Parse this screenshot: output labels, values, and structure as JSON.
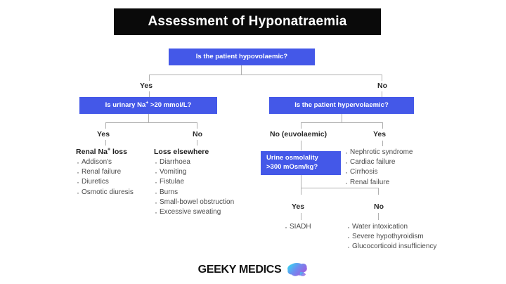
{
  "title": "Assessment of Hyponatraemia",
  "colors": {
    "box_blue": "#4458e8",
    "title_bar": "#0a0a0a",
    "connector_gray": "#b0b0b0",
    "body_text": "#4a4a4a"
  },
  "flowchart": {
    "root": {
      "question": "Is the patient hypovolaemic?",
      "branch_yes_label": "Yes",
      "branch_no_label": "No"
    },
    "hypovolaemic_yes": {
      "question_prefix": "Is urinary Na",
      "question_sup": "+",
      "question_suffix": " >20 mmol/L?",
      "question_full": "Is urinary Na+ >20 mmol/L?",
      "branch_yes_label": "Yes",
      "branch_no_label": "No",
      "yes_group": {
        "heading_prefix": "Renal Na",
        "heading_sup": "+",
        "heading_suffix": " loss",
        "heading_full": "Renal Na+ loss",
        "items": [
          "Addison's",
          "Renal failure",
          "Diuretics",
          "Osmotic diuresis"
        ]
      },
      "no_group": {
        "heading": "Loss elsewhere",
        "items": [
          "Diarrhoea",
          "Vomiting",
          "Fistulae",
          "Burns",
          "Small-bowel obstruction",
          "Excessive sweating"
        ]
      }
    },
    "hypovolaemic_no": {
      "question": "Is the patient hypervolaemic?",
      "branch_no_label": "No (euvolaemic)",
      "branch_yes_label": "Yes",
      "euvolaemic_branch": {
        "question_line1": "Urine osmolality",
        "question_line2": ">300 mOsm/kg?",
        "question_full": "Urine osmolality >300 mOsm/kg?",
        "branch_yes_label": "Yes",
        "branch_no_label": "No",
        "yes_items": [
          "SIADH"
        ],
        "no_items": [
          "Water intoxication",
          "Severe hypothyroidism",
          "Glucocorticoid insufficiency"
        ]
      },
      "hypervolaemic_items": [
        "Nephrotic syndrome",
        "Cardiac failure",
        "Cirrhosis",
        "Renal failure"
      ]
    }
  },
  "brand": {
    "name": "GEEKY MEDICS",
    "logo": "brain-logo-icon"
  }
}
